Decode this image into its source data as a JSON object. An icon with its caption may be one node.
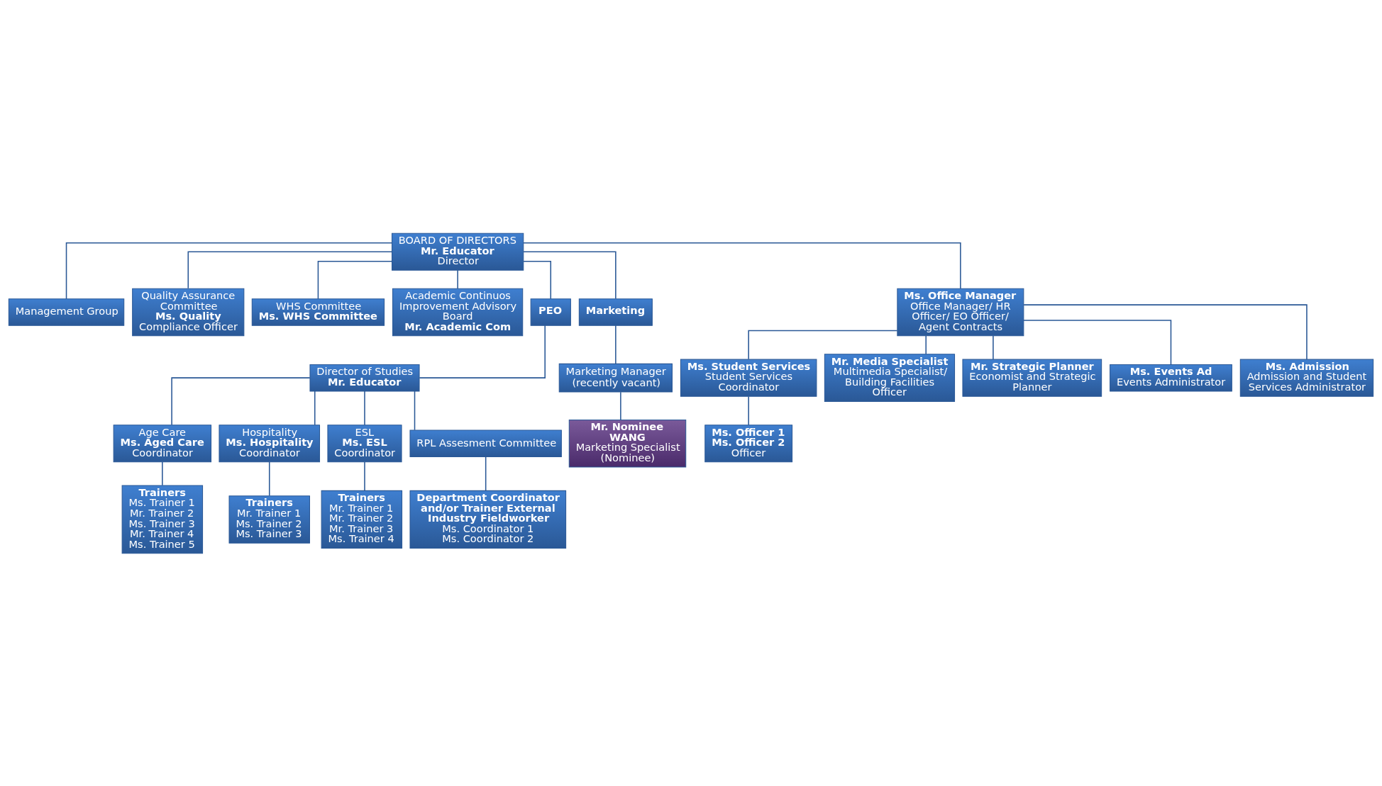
{
  "diagram": {
    "nodes": [
      {
        "text": [
          "BOARD OF DIRECTORS",
          "Mr. Educator",
          "Director"
        ]
      },
      {
        "text": [
          "Management Group"
        ]
      },
      {
        "text": [
          "Quality Assurance Committee",
          "Ms. Quality",
          "Compliance Officer"
        ]
      },
      {
        "text": [
          "WHS Committee",
          "Ms. WHS Committee"
        ]
      },
      {
        "text": [
          "Academic Continuos Improvement Advisory Board",
          "Mr. Academic Com"
        ]
      },
      {
        "text": [
          "PEO"
        ]
      },
      {
        "text": [
          "Marketing"
        ]
      },
      {
        "text": [
          "Ms. Office Manager",
          "Office Manager/ HR Officer/ EO Officer/ Agent Contracts"
        ]
      },
      {
        "text": [
          "Director of Studies",
          "Mr. Educator"
        ]
      },
      {
        "text": [
          "Marketing Manager (recently vacant)"
        ]
      },
      {
        "text": [
          "Age Care",
          "Ms. Aged Care",
          "Coordinator"
        ]
      },
      {
        "text": [
          "Hospitality",
          "Ms. Hospitality",
          "Coordinator"
        ]
      },
      {
        "text": [
          "ESL",
          "Ms. ESL",
          "Coordinator"
        ]
      },
      {
        "text": [
          "RPL Assesment Committee"
        ]
      },
      {
        "text": [
          "Mr. Nominee",
          "WANG",
          "Marketing Specialist (Nominee)"
        ]
      },
      {
        "text": [
          "Ms. Student Services",
          "Student Services Coordinator"
        ]
      },
      {
        "text": [
          "Mr. Media Specialist",
          "Multimedia Specialist/ Building Facilities Officer"
        ]
      },
      {
        "text": [
          "Mr. Strategic Planner",
          "Economist and Strategic Planner"
        ]
      },
      {
        "text": [
          "Ms. Events Ad",
          "Events Administrator"
        ]
      },
      {
        "text": [
          "Ms. Admission",
          "Admission and Student Services Administrator"
        ]
      },
      {
        "text": [
          "Trainers",
          "Ms. Trainer 1",
          "Mr. Trainer 2",
          "Ms. Trainer 3",
          "Mr. Trainer 4",
          "Ms. Trainer 5"
        ]
      },
      {
        "text": [
          "Trainers",
          "Mr. Trainer 1",
          "Ms. Trainer 2",
          "Ms. Trainer 3"
        ]
      },
      {
        "text": [
          "Trainers",
          "Mr. Trainer 1",
          "Mr. Trainer 2",
          "Mr. Trainer 3",
          "Ms. Trainer 4"
        ]
      },
      {
        "text": [
          "Department Coordinator and/or Trainer External Industry Fieldworker",
          "Ms. Coordinator 1",
          "Ms. Coordinator 2"
        ]
      },
      {
        "text": [
          "Ms. Officer 1",
          "Ms. Officer 2",
          "Officer"
        ]
      }
    ],
    "edges": [
      {
        "from": 0,
        "to": 1,
        "arrow": "none"
      },
      {
        "from": 0,
        "to": 2,
        "arrow": "none"
      },
      {
        "from": 0,
        "to": 3,
        "arrow": "none"
      },
      {
        "from": 0,
        "to": 4,
        "arrow": "none"
      },
      {
        "from": 0,
        "to": 5,
        "arrow": "none"
      },
      {
        "from": 0,
        "to": 6,
        "arrow": "none"
      },
      {
        "from": 0,
        "to": 7,
        "arrow": "none"
      },
      {
        "from": 5,
        "to": 8,
        "arrow": "none"
      },
      {
        "from": 6,
        "to": 9,
        "arrow": "none"
      },
      {
        "from": 8,
        "to": 10,
        "arrow": "none"
      },
      {
        "from": 8,
        "to": 11,
        "arrow": "none"
      },
      {
        "from": 8,
        "to": 12,
        "arrow": "none"
      },
      {
        "from": 8,
        "to": 13,
        "arrow": "none"
      },
      {
        "from": 9,
        "to": 14,
        "arrow": "none"
      },
      {
        "from": 7,
        "to": 15,
        "arrow": "none"
      },
      {
        "from": 7,
        "to": 16,
        "arrow": "none"
      },
      {
        "from": 7,
        "to": 17,
        "arrow": "none"
      },
      {
        "from": 7,
        "to": 18,
        "arrow": "none"
      },
      {
        "from": 7,
        "to": 19,
        "arrow": "none"
      },
      {
        "from": 10,
        "to": 20,
        "arrow": "none"
      },
      {
        "from": 11,
        "to": 21,
        "arrow": "none"
      },
      {
        "from": 12,
        "to": 22,
        "arrow": "none"
      },
      {
        "from": 13,
        "to": 23,
        "arrow": "none"
      },
      {
        "from": 15,
        "to": 24,
        "arrow": "none"
      }
    ]
  }
}
